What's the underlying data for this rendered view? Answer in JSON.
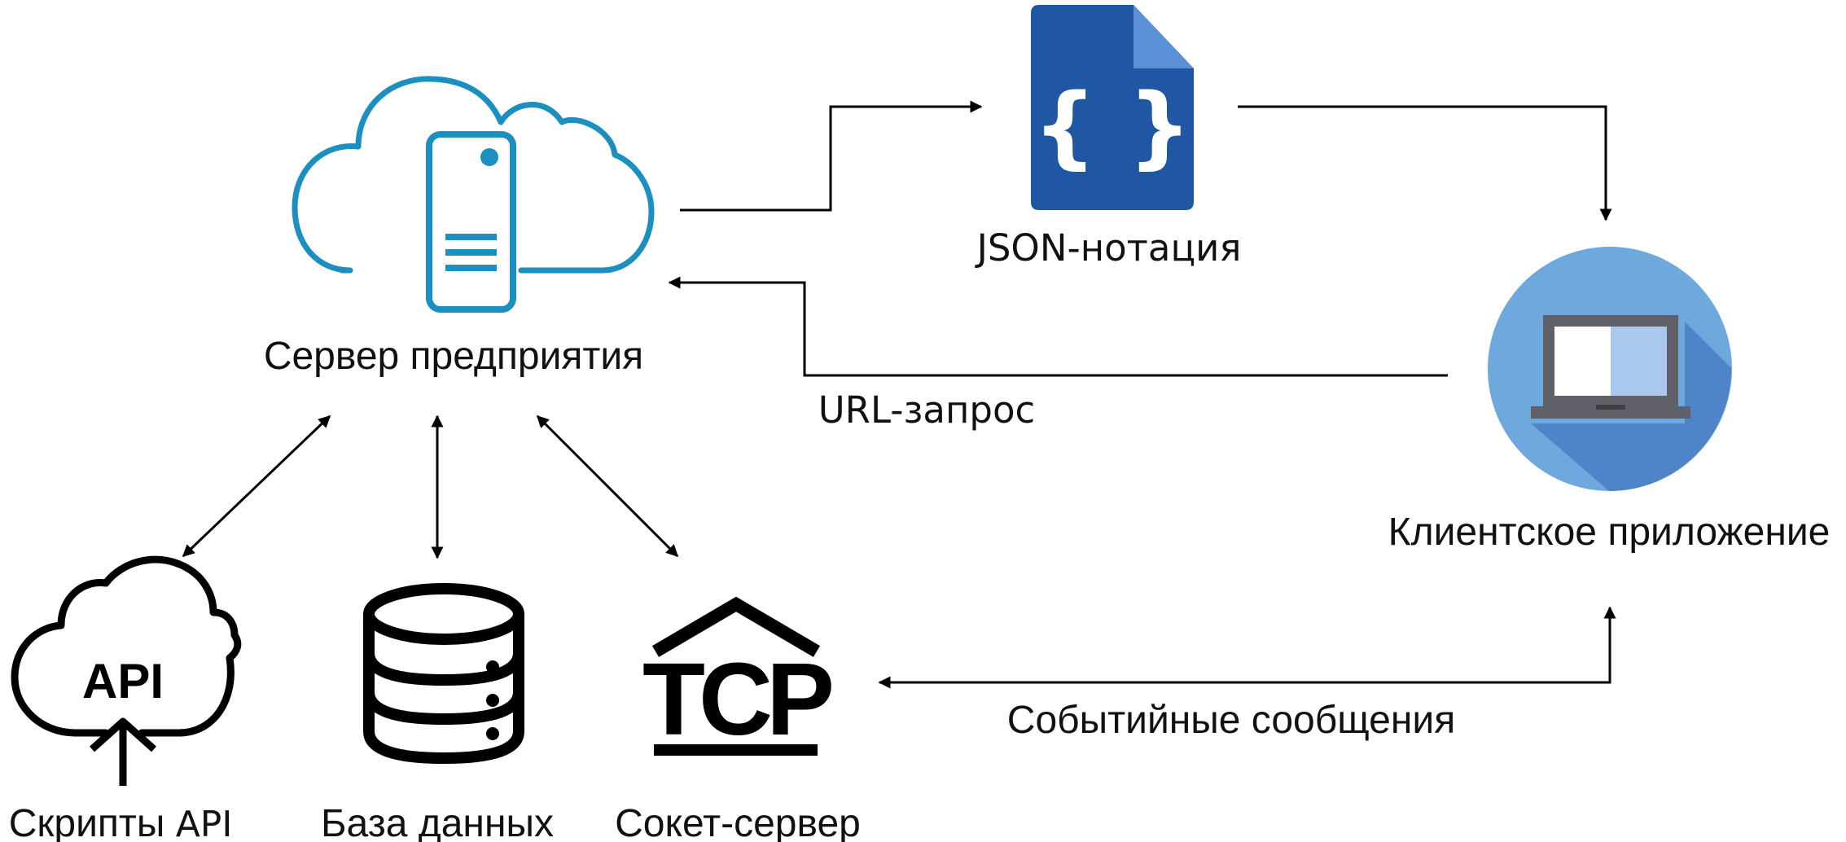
{
  "nodes": {
    "server": {
      "label": "Сервер предприятия",
      "icon": "cloud-server-icon"
    },
    "json": {
      "label": "JSON-нотация",
      "icon": "json-file-icon",
      "braces": "{ }"
    },
    "client": {
      "label": "Клиентское приложение",
      "icon": "laptop-icon"
    },
    "api": {
      "label_main": "Скрипты ",
      "label_suffix": "API",
      "icon": "cloud-api-upload-icon",
      "icon_text": "API"
    },
    "database": {
      "label": "База данных",
      "icon": "database-icon"
    },
    "socket": {
      "label": "Сокет-сервер",
      "icon": "tcp-icon",
      "icon_text": "TCP"
    }
  },
  "edges": {
    "url_request": "URL-запрос",
    "events": "Событийные сообщения"
  },
  "colors": {
    "cloud_stroke": "#1a8fc0",
    "json_file": "#1f57a4",
    "json_fold": "#5b8fd6",
    "client_circle": "#6fa8dc",
    "client_shadow": "#4a7fc4",
    "laptop_frame": "#5f6068",
    "lines": "#000000"
  }
}
